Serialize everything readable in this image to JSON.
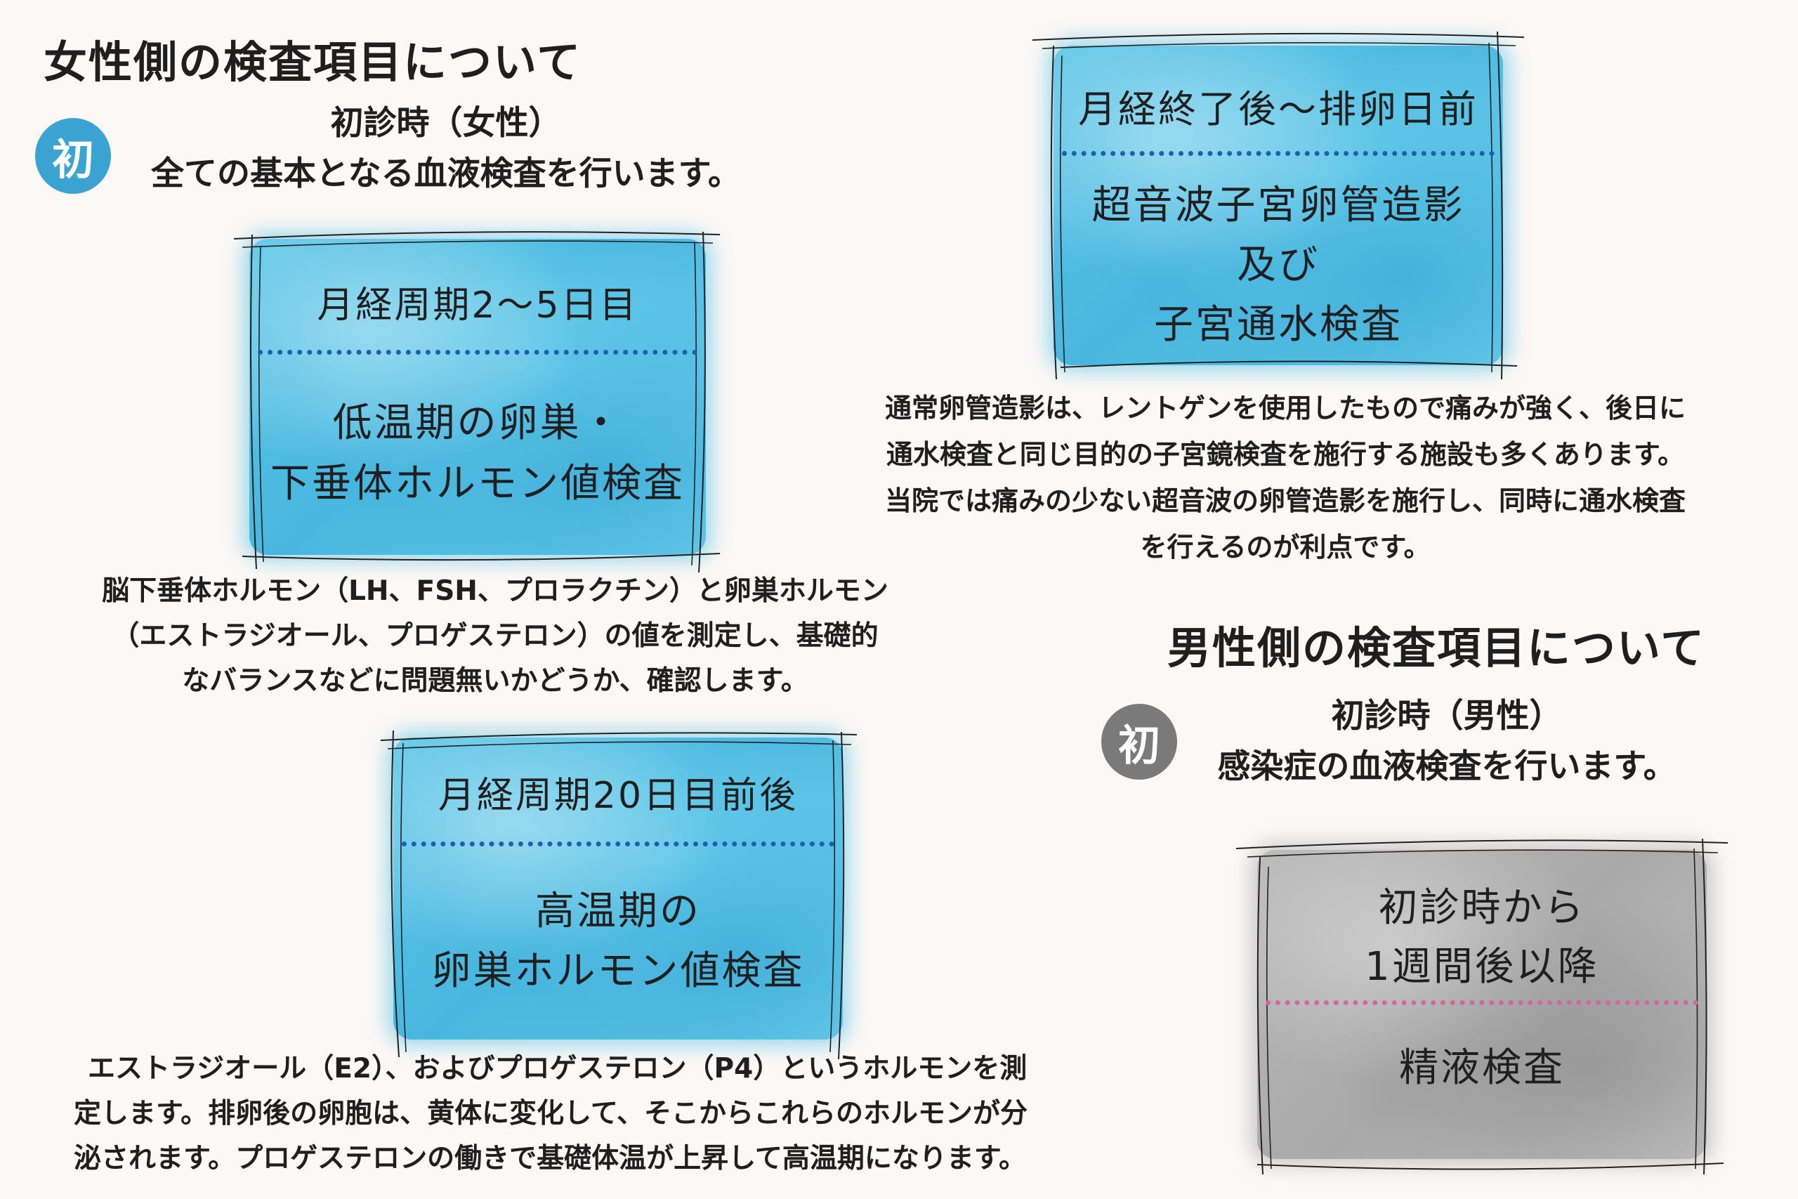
{
  "female": {
    "title": "女性側の検査項目について",
    "badge": "初",
    "first_visit_title": "初診時（女性）",
    "first_visit_desc": "全ての基本となる血液検査を行います。",
    "card1": {
      "head": "月経周期2～5日目",
      "body1": "低温期の卵巣・",
      "body2": "下垂体ホルモン値検査"
    },
    "card1_note": [
      "脳下垂体ホルモン（LH、FSH、プロラクチン）と卵巣ホルモン",
      "（エストラジオール、プロゲステロン）の値を測定し、基礎的",
      "なバランスなどに問題無いかどうか、確認します。"
    ],
    "card2": {
      "head": "月経周期20日目前後",
      "body1": "高温期の",
      "body2": "卵巣ホルモン値検査"
    },
    "card2_note": [
      "エストラジオール（E2）、およびプロゲステロン（P4）というホルモンを測",
      "定します。排卵後の卵胞は、黄体に変化して、そこからこれらのホルモンが分",
      "泌されます。プロゲステロンの働きで基礎体温が上昇して高温期になります。"
    ],
    "card3": {
      "head": "月経終了後～排卵日前",
      "body1": "超音波子宮卵管造影",
      "body2": "及び",
      "body3": "子宮通水検査"
    },
    "card3_note": [
      "通常卵管造影は、レントゲンを使用したもので痛みが強く、後日に",
      "通水検査と同じ目的の子宮鏡検査を施行する施設も多くあります。",
      "当院では痛みの少ない超音波の卵管造影を施行し、同時に通水検査",
      "を行えるのが利点です。"
    ]
  },
  "male": {
    "title": "男性側の検査項目について",
    "badge": "初",
    "first_visit_title": "初診時（男性）",
    "first_visit_desc": "感染症の血液検査を行います。",
    "card": {
      "head1": "初診時から",
      "head2": "1週間後以降",
      "body": "精液検査"
    }
  },
  "colors": {
    "blue_badge": "#3ba3d2",
    "gray_badge": "#7a7a7a",
    "blue_dots": "#1f5fb0",
    "pink_dots": "#d6669c"
  }
}
